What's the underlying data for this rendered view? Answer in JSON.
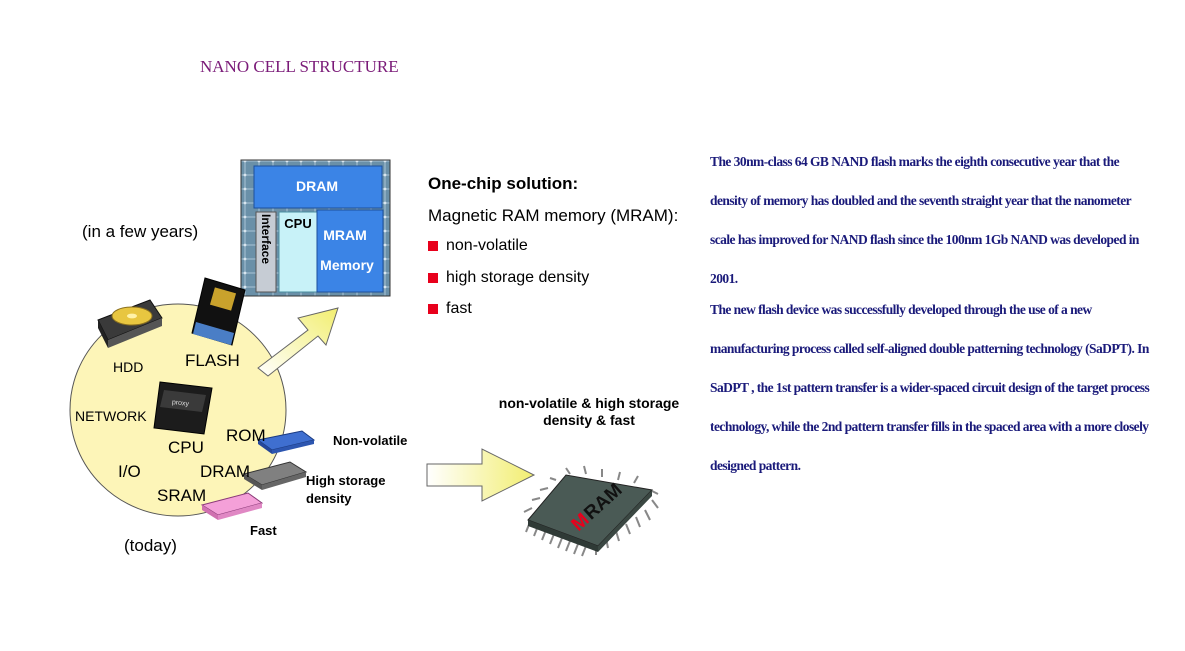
{
  "title": "NANO CELL STRUCTURE",
  "future_label": "(in a few years)",
  "today_label": "(today)",
  "chip_block": {
    "dram": "DRAM",
    "interface": "Interface",
    "cpu": "CPU",
    "mram": "MRAM",
    "memory": "Memory"
  },
  "devices": {
    "hdd": "HDD",
    "flash": "FLASH",
    "network": "NETWORK",
    "cpu": "CPU",
    "rom": "ROM",
    "io": "I/O",
    "dram": "DRAM",
    "sram": "SRAM",
    "network_card": "proxy"
  },
  "properties": {
    "non_volatile": "Non-volatile",
    "high_storage_1": "High storage",
    "high_storage_2": "density",
    "fast": "Fast"
  },
  "combined_label_1": "non-volatile & high storage",
  "combined_label_2": "density & fast",
  "mram_chip": {
    "m": "M",
    "ram": "RAM"
  },
  "solution": {
    "heading": "One-chip solution:",
    "subheading": "Magnetic RAM memory (MRAM):",
    "bullets": [
      "non-volatile",
      "high storage density",
      "fast"
    ]
  },
  "paragraph1": "The 30nm-class 64 GB NAND flash marks the eighth consecutive year that the density of memory has doubled and the seventh straight year that the nanometer scale has improved for NAND flash since the 100nm 1Gb NAND was developed in 2001.",
  "paragraph2": "The new flash device was successfully developed through the use of a new manufacturing process called self-aligned double patterning technology (SaDPT). In SaDPT , the 1st pattern transfer is a wider-spaced circuit design of the target process technology, while the 2nd pattern transfer fills in the spaced area with a more closely designed pattern.",
  "colors": {
    "title": "#7a1a78",
    "paragraph": "#1a1a7a",
    "bullet": "#e8001c",
    "circle_fill": "#fdf5b8",
    "block_blue": "#3b84e6",
    "arrow_fill": "#fffbc8"
  }
}
